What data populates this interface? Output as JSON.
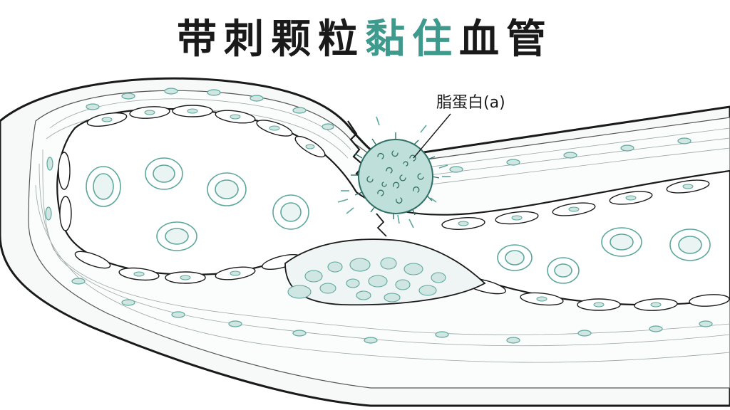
{
  "title": {
    "part1": "带刺颗粒",
    "part2": "黏住",
    "part3": "血管"
  },
  "labels": {
    "particle": "脂蛋白(a)"
  },
  "colors": {
    "accent": "#3f9a8e",
    "line": "#1a1a1a",
    "cell_fill": "#cfe6e2",
    "cell_stroke": "#5ea79c",
    "particle_fill": "#bfe0da"
  }
}
